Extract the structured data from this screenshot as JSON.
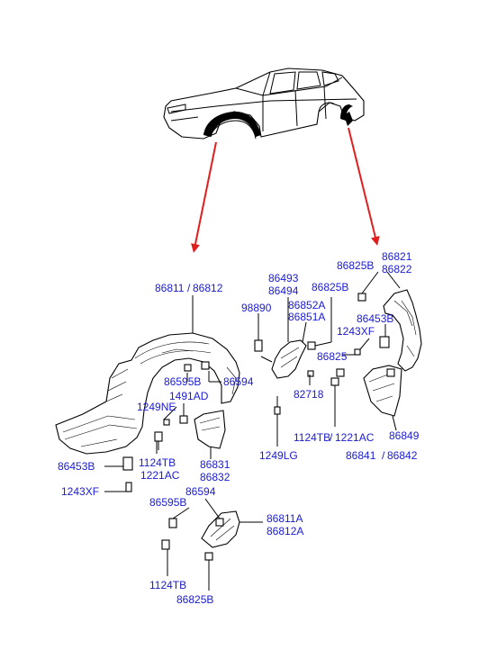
{
  "diagram": {
    "arrow_color": "#e11d1d",
    "label_color": "#1a1ad6",
    "line_color": "#000000"
  },
  "labels": {
    "l_86811": "86811",
    "l_86812": "86812",
    "l_86595B_left": "86595B",
    "l_86594_left": "86594",
    "l_1491AD": "1491AD",
    "l_1249NE": "1249NE",
    "l_1124TB_left": "1124TB",
    "l_1221AC_left": "1221AC",
    "l_86453B_left": "86453B",
    "l_1243XF_left": "1243XF",
    "l_86831": "86831",
    "l_86832": "86832",
    "l_86493": "86493",
    "l_86494": "86494",
    "l_98890": "98890",
    "l_86852A": "86852A",
    "l_86851A": "86851A",
    "l_86825B_mid": "86825B",
    "l_86825": "86825",
    "l_82718": "82718",
    "l_1249LG": "1249LG",
    "l_1124TB_mid": "1124TB",
    "l_1221AC_mid": "1221AC",
    "l_86825B_top": "86825B",
    "l_86821": "86821",
    "l_86822": "86822",
    "l_86453B_right": "86453B",
    "l_1243XF_right": "1243XF",
    "l_86849": "86849",
    "l_86841": "86841",
    "l_86842": "86842",
    "l_86594_bottom": "86594",
    "l_86595B_bottom": "86595B",
    "l_86811A": "86811A",
    "l_86812A": "86812A",
    "l_1124TB_bottom": "1124TB",
    "l_86825B_bottom": "86825B",
    "slash": "/"
  }
}
